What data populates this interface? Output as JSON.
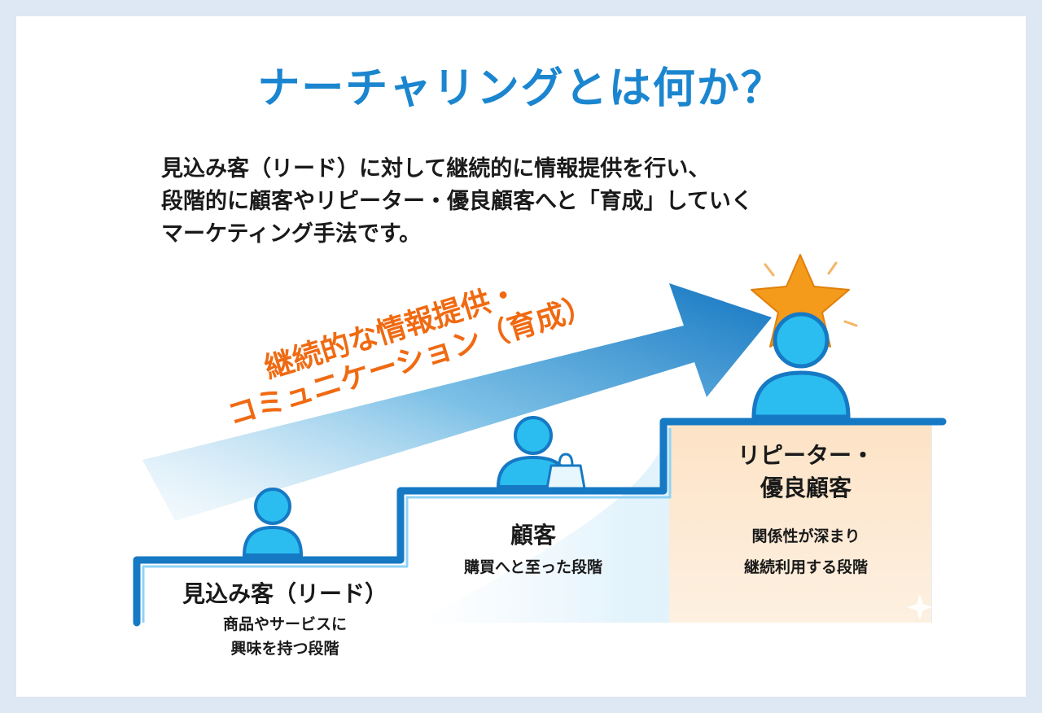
{
  "title": "ナーチャリングとは何か？",
  "description": {
    "lines": [
      "見込み客（リード）に対して継続的に情報提供を行い、",
      "段階的に顧客やリピーター・優良顧客へと「育成」していく",
      "マーケティング手法です。"
    ]
  },
  "arrow": {
    "lines": [
      "継続的な情報提供・",
      "コミュニケーション（育成）"
    ],
    "color": "#f06a12"
  },
  "stages": [
    {
      "title": "見込み客（リード）",
      "desc_lines": [
        "商品やサービスに",
        "興味を持つ段階"
      ],
      "icon": "person-icon"
    },
    {
      "title": "顧客",
      "desc_lines": [
        "購買へと至った段階"
      ],
      "icon": "person-with-bag-icon"
    },
    {
      "title_lines": [
        "リピーター・",
        "優良顧客"
      ],
      "desc_lines": [
        "関係性が深まり",
        "継続利用する段階"
      ],
      "icon": "person-with-star-icon"
    }
  ],
  "colors": {
    "title_blue": "#1b86cf",
    "step_blue": "#1679c4",
    "person_blue": "#2bbdf0",
    "star_orange": "#f59b1b"
  }
}
